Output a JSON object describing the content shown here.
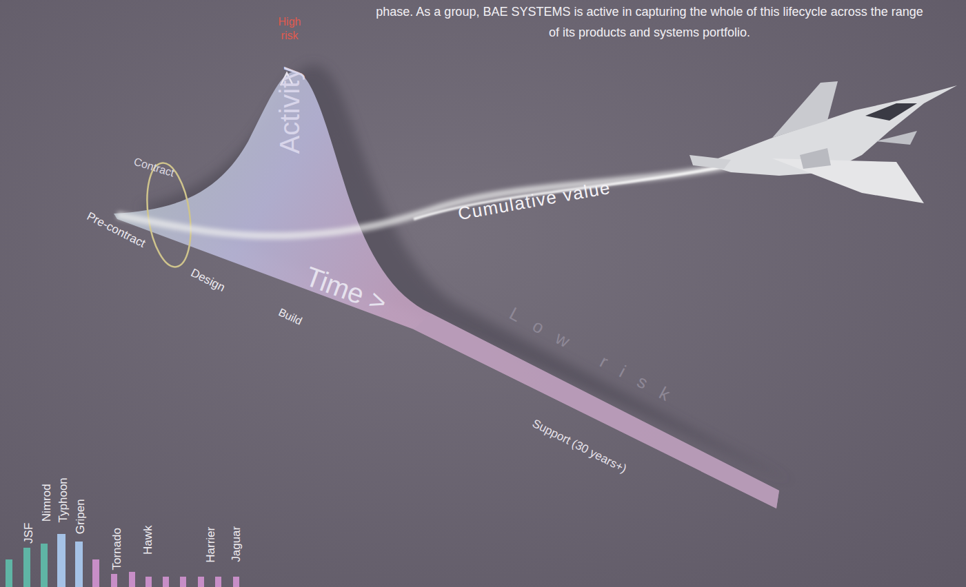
{
  "diagram": {
    "labels": [
      "phase. As a group, BAE SYSTEMS is active in capturing the whole of this lifecycle across the range of its products and systems portfolio.",
      "High risk",
      "Activity",
      "Contract",
      "Pre-contract",
      "Design",
      "Build",
      "Time >",
      "Cumulative value",
      "Low risk",
      "Support (30 years+)",
      "JSF",
      "Nimrod",
      "Typhoon",
      "Gripen",
      "Tornado",
      "Hawk",
      "Harrier",
      "Jaguar"
    ]
  }
}
